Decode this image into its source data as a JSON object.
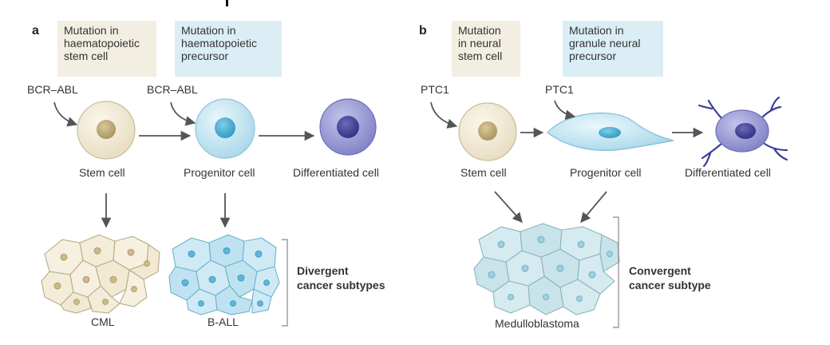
{
  "panel_a": {
    "letter": "a",
    "box_stem": "Mutation in\nhaematopoietic\nstem cell",
    "box_precursor": "Mutation in\nhaematopoietic\nprecursor",
    "mutation_1": "BCR–ABL",
    "mutation_2": "BCR–ABL",
    "stem_label": "Stem cell",
    "progenitor_label": "Progenitor cell",
    "differentiated_label": "Differentiated cell",
    "cancer_1": "CML",
    "cancer_2": "B-ALL",
    "subtype_label": "Divergent\ncancer subtypes"
  },
  "panel_b": {
    "letter": "b",
    "box_stem": "Mutation\nin neural\nstem cell",
    "box_precursor": "Mutation in\ngranule neural\nprecursor",
    "mutation_1": "PTC1",
    "mutation_2": "PTC1",
    "stem_label": "Stem cell",
    "progenitor_label": "Progenitor cell",
    "differentiated_label": "Differentiated cell",
    "cancer": "Medulloblastoma",
    "subtype_label": "Convergent\ncancer subtype"
  },
  "colors": {
    "tan_box": "#f3eee2",
    "blue_box": "#dbeef6",
    "stem_cell": "#efe6cf",
    "progenitor_cell": "#c8e7f2",
    "differentiated_cell": "#8f8fcf",
    "arrow": "#555555"
  }
}
